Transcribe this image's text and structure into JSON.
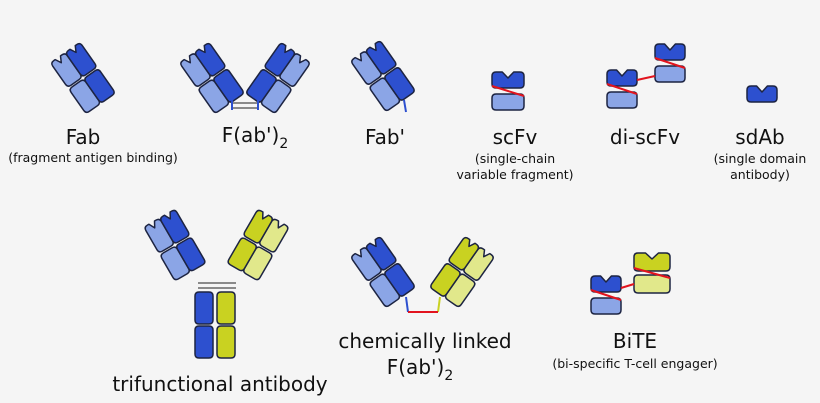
{
  "colors": {
    "dark_blue": "#2d50cf",
    "light_blue": "#8ba5e6",
    "dark_yellow": "#c9d221",
    "light_yellow": "#e1e88b",
    "stroke": "#1d2442",
    "hinge": "#8a8a8a",
    "linker": "#e2141e",
    "chem_linker": "#e2141e"
  },
  "labels": {
    "fab": {
      "title": "Fab",
      "desc": "(fragment antigen binding)"
    },
    "fab2": {
      "title": "F(ab')",
      "sub": "2"
    },
    "fab_prime": {
      "title": "Fab'"
    },
    "scfv": {
      "title": "scFv",
      "desc1": "(single-chain",
      "desc2": "variable fragment)"
    },
    "di_scfv": {
      "title": "di-scFv"
    },
    "sdab": {
      "title": "sdAb",
      "desc1": "(single domain",
      "desc2": "antibody)"
    },
    "trifunctional": {
      "title": "trifunctional antibody"
    },
    "chem_linked": {
      "title1": "chemically linked",
      "title2": "F(ab')",
      "sub": "2"
    },
    "bite": {
      "title": "BiTE",
      "desc": "(bi-specific T-cell engager)"
    }
  }
}
